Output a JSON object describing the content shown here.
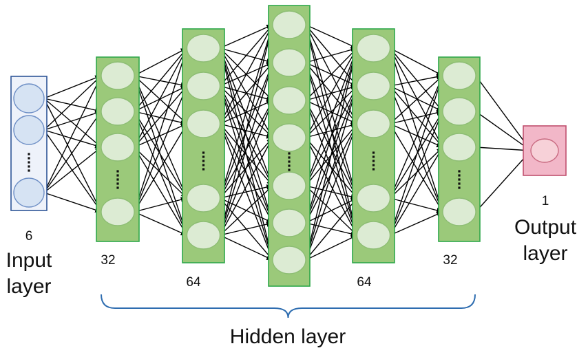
{
  "layers": [
    {
      "id": "input",
      "count": "6",
      "title_lines": [
        "Input",
        "layer"
      ],
      "fill": "#eef2fa",
      "stroke": "#2e5597",
      "node_fill": "#d6e3f3",
      "node_stroke": "#6f90c6"
    },
    {
      "id": "hidden-1",
      "count": "32",
      "fill": "#9bc97a",
      "stroke": "#2ea84a",
      "node_fill": "#dcebd3",
      "node_stroke": "#8dbd74"
    },
    {
      "id": "hidden-2",
      "count": "64",
      "fill": "#9bc97a",
      "stroke": "#2ea84a",
      "node_fill": "#dcebd3",
      "node_stroke": "#8dbd74"
    },
    {
      "id": "hidden-3",
      "count": "",
      "fill": "#9bc97a",
      "stroke": "#2ea84a",
      "node_fill": "#dcebd3",
      "node_stroke": "#8dbd74"
    },
    {
      "id": "hidden-4",
      "count": "64",
      "fill": "#9bc97a",
      "stroke": "#2ea84a",
      "node_fill": "#dcebd3",
      "node_stroke": "#8dbd74"
    },
    {
      "id": "hidden-5",
      "count": "32",
      "fill": "#9bc97a",
      "stroke": "#2ea84a",
      "node_fill": "#dcebd3",
      "node_stroke": "#8dbd74"
    },
    {
      "id": "output",
      "count": "1",
      "title_lines": [
        "Output",
        "layer"
      ],
      "fill": "#f2b7c8",
      "stroke": "#c0506e",
      "node_fill": "#f7d1d8",
      "node_stroke": "#c86a80"
    }
  ],
  "hidden_group_label": "Hidden layer",
  "colors": {
    "connection": "#000000",
    "brace": "#2e6db0",
    "ellipsis_dots": "#111111"
  }
}
